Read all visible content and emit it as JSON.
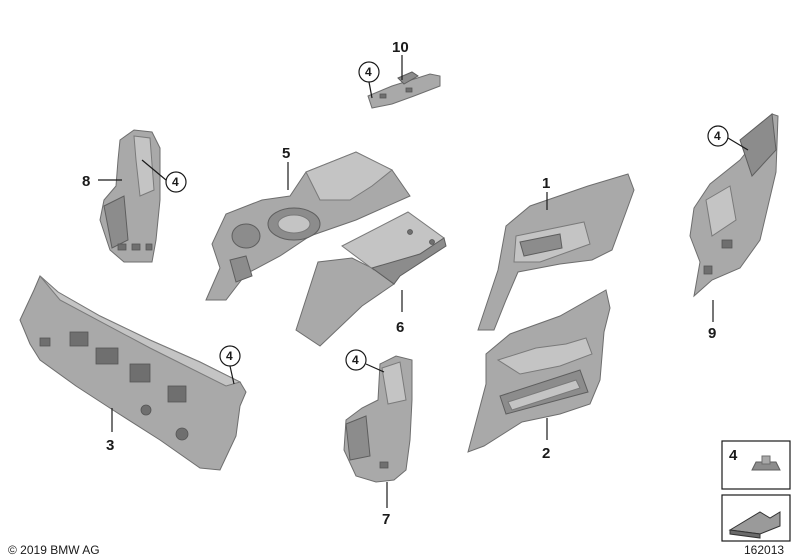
{
  "callouts": {
    "p1": "1",
    "p2": "2",
    "p3": "3",
    "p5": "5",
    "p6": "6",
    "p7": "7",
    "p8": "8",
    "p9": "9",
    "p10": "10",
    "clip": "4"
  },
  "legend": {
    "item_number": "4"
  },
  "footer": {
    "copyright": "© 2019 BMW AG",
    "diagram_number": "162013"
  },
  "colors": {
    "part_fill": "#a9a9a9",
    "part_dark": "#8c8c8c",
    "part_light": "#c4c4c4",
    "ink": "#1a1a1a"
  }
}
